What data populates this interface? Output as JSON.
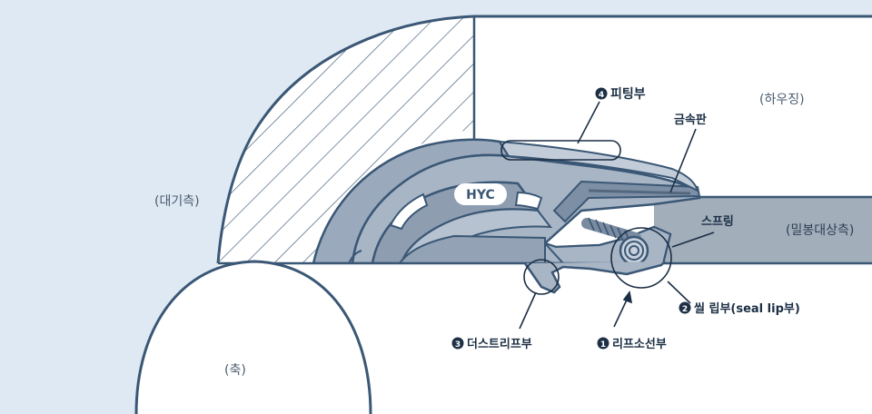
{
  "labels": {
    "housing": "(하우징)",
    "atmosphere_side": "(대기측)",
    "sealed_side": "(밀봉대상측)",
    "shaft": "(축)",
    "brand": "HYC",
    "metal_plate": "금속판",
    "spring": "스프링"
  },
  "callouts": {
    "fitting": {
      "number": "4",
      "text": "피팅부"
    },
    "seal_lip": {
      "number": "2",
      "text": "씰 립부(seal lip부)"
    },
    "dust_lip": {
      "number": "3",
      "text": "더스트리프부"
    },
    "lip_tip": {
      "number": "1",
      "text": "리프소선부"
    }
  },
  "colors": {
    "background": "#dfe9f3",
    "housing": "#ffffff",
    "outline": "#3a5775",
    "seal_body": "#9aa9bb",
    "shaft_region": "#a3aebb",
    "callout_circle": "#1c2f45"
  }
}
